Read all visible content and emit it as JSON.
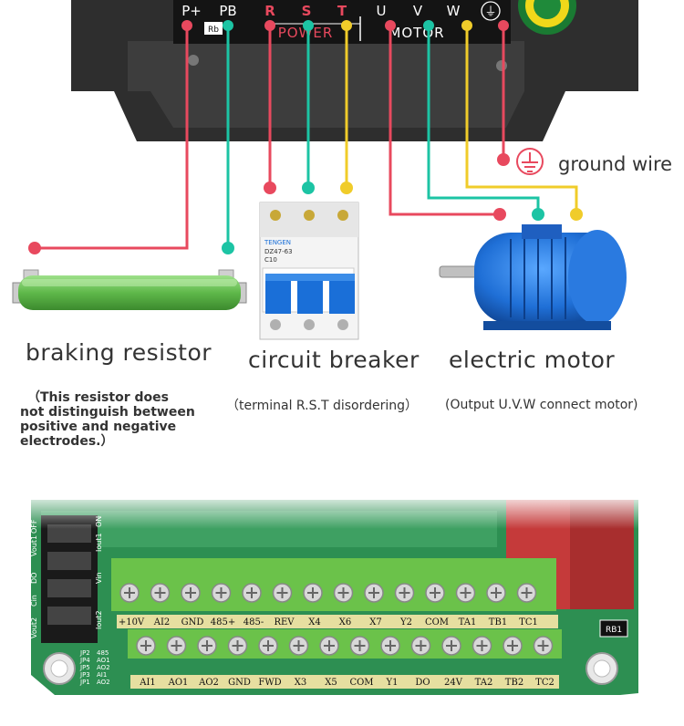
{
  "inverter": {
    "terminals": [
      "P+",
      "PB",
      "R",
      "S",
      "T",
      "U",
      "V",
      "W"
    ],
    "ground_symbol": "⏚",
    "rb_tag": "Rb",
    "power_label": "POWER",
    "motor_label": "MOTOR"
  },
  "labels": {
    "ground_wire": "ground wire",
    "braking_resistor": "braking resistor",
    "braking_note": [
      "（This resistor does",
      "not distinguish between",
      "positive and negative",
      "electrodes.）"
    ],
    "circuit_breaker": "circuit breaker",
    "breaker_note": "（terminal R.S.T disordering）",
    "electric_motor": "electric motor",
    "motor_note": "(Output U.V.W connect motor)"
  },
  "breaker": {
    "brand": "TENGEN",
    "model": "DZ47-63",
    "rating": "C10"
  },
  "board": {
    "top_row": [
      "+10V",
      "AI2",
      "GND",
      "485+",
      "485-",
      "REV",
      "X4",
      "X6",
      "X7",
      "Y2",
      "COM",
      "TA1",
      "TB1",
      "TC1"
    ],
    "bottom_row": [
      "AI1",
      "AO1",
      "AO2",
      "GND",
      "FWD",
      "X3",
      "X5",
      "COM",
      "Y1",
      "DO",
      "24V",
      "TA2",
      "TB2",
      "TC2"
    ],
    "jumpers": [
      "Vout1",
      "Iout1",
      "ON",
      "OFF",
      "DO",
      "Vin",
      "Cin",
      "Vout2",
      "Iout2"
    ],
    "jp_labels": [
      "JP2",
      "JP4",
      "JP5",
      "JP3",
      "JP1"
    ],
    "jp_values": [
      "485",
      "AO1",
      "AO2",
      "AI1",
      "AO2"
    ],
    "rb_label": "RB1"
  },
  "colors": {
    "red_wire": "#e8495e",
    "teal_wire": "#1cc4a4",
    "yellow_wire": "#f0cc2a",
    "pcb_green": "#2d8f52",
    "terminal_green": "#6bc24a",
    "label_strip": "#e6dfa0"
  }
}
